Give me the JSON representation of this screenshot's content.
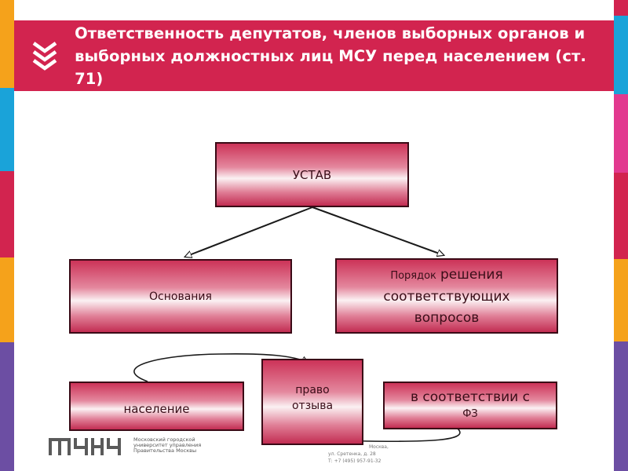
{
  "header": {
    "title_line1": "Ответственность депутатов, членов выборных органов и",
    "title_line2": "выборных должностных лиц МСУ перед населением (ст. 71)",
    "icon": "triple-chevron-down-icon"
  },
  "diagram": {
    "ustav": "УСТАВ",
    "osnovaniya": "Основания",
    "poryadok_prefix": "Порядок",
    "poryadok_rest1": "решения",
    "poryadok_line2": "соответствующих",
    "poryadok_line3": "вопросов",
    "naselenie": "население",
    "pravo_line1": "право",
    "pravo_line2": "отзыва",
    "fz_line1": "в соответствии с",
    "fz_line2": "ФЗ"
  },
  "footer": {
    "org_line1": "Московский  городской",
    "org_line2": "университет  управления",
    "org_line3": "Правительства Москвы",
    "addr_line1": "Москва,",
    "addr_line2": "ул. Сретенка, д. 28",
    "addr_line3": "Т: +7 (495) 957-91-32"
  },
  "colors": {
    "banner": "#d2244f",
    "box_border": "#3a0a16",
    "stripe_left": [
      "#f5a21b",
      "#1aa3d9",
      "#d2244f",
      "#f5a21b",
      "#6c4ea3"
    ],
    "stripe_right": [
      "#d2244f",
      "#1aa3d9",
      "#e2398f",
      "#d2244f",
      "#f5a21b",
      "#6c4ea3"
    ]
  }
}
